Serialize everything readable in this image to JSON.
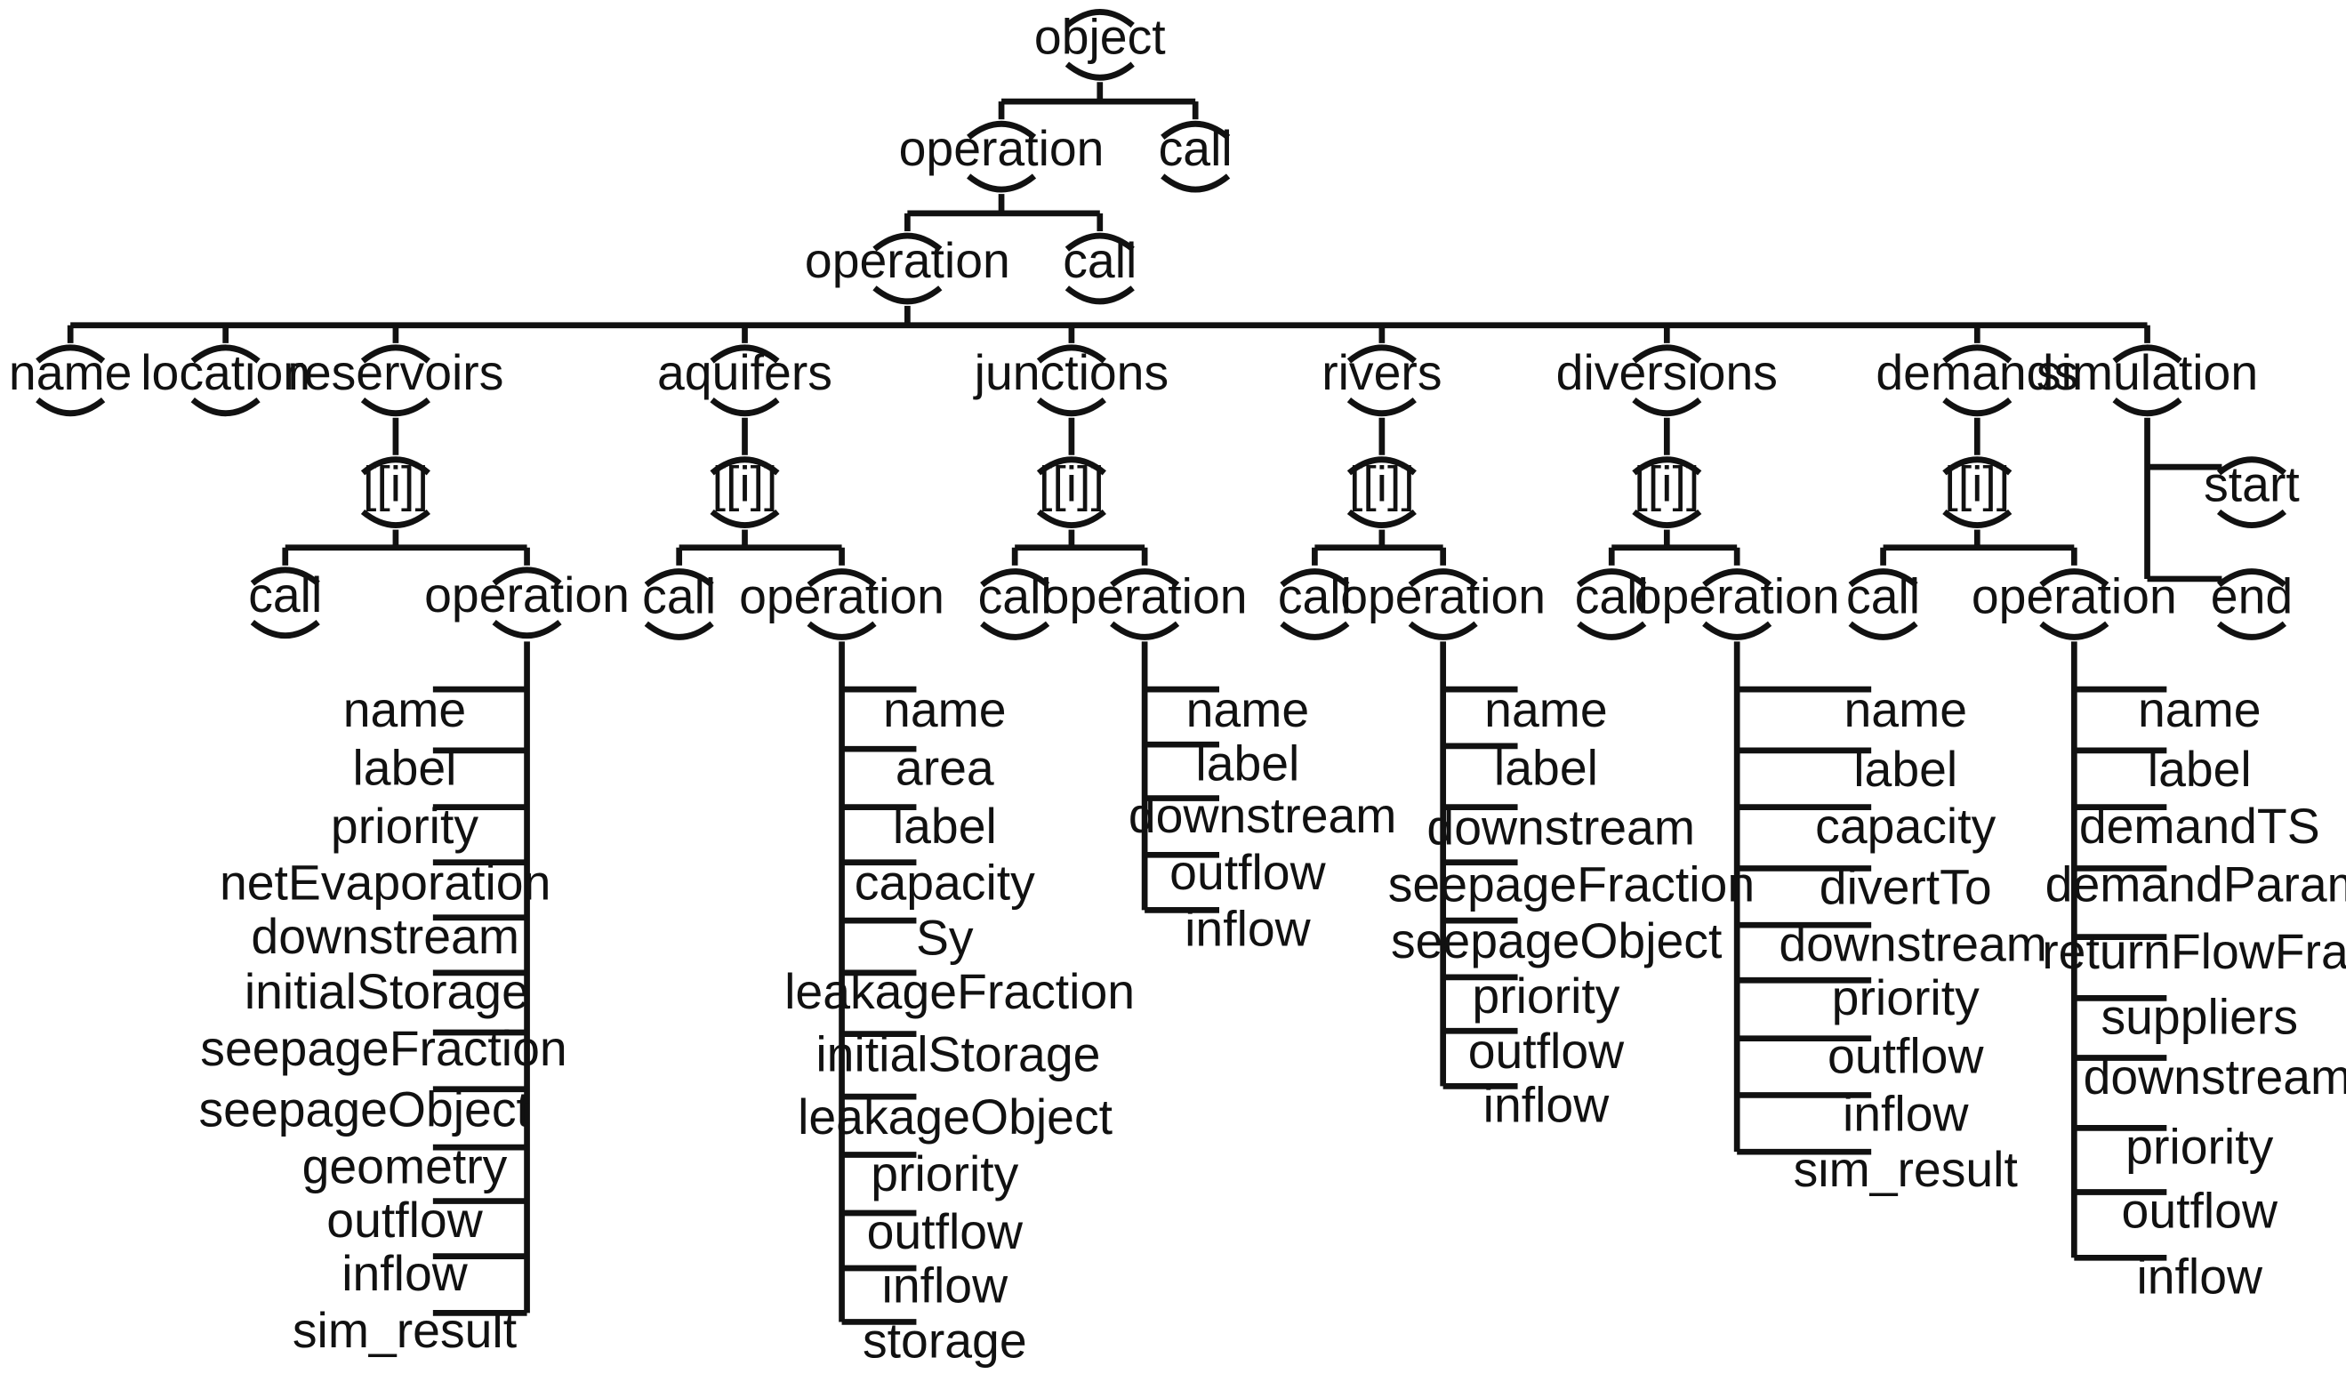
{
  "tree": {
    "root": {
      "label": "object"
    },
    "level1": {
      "operation": "operation",
      "call": "call"
    },
    "level2": {
      "operation": "operation",
      "call": "call"
    },
    "top_nodes": {
      "name": "name",
      "location": "location",
      "reservoirs": "reservoirs",
      "aquifers": "aquifers",
      "junctions": "junctions",
      "rivers": "rivers",
      "diversions": "diversions",
      "demands": "demands",
      "simulation": "simulation"
    },
    "index_label": "[[i]]",
    "call_label": "call",
    "operation_label": "operation",
    "simulation_children": [
      "start",
      "end"
    ],
    "reservoirs": [
      "name",
      "label",
      "priority",
      "netEvaporation",
      "downstream",
      "initialStorage",
      "seepageFraction",
      "seepageObject",
      "geometry",
      "outflow",
      "inflow",
      "sim_result"
    ],
    "aquifers": [
      "name",
      "area",
      "label",
      "capacity",
      "Sy",
      "leakageFraction",
      "initialStorage",
      "leakageObject",
      "priority",
      "outflow",
      "inflow",
      "storage"
    ],
    "junctions": [
      "name",
      "label",
      "downstream",
      "outflow",
      "inflow"
    ],
    "rivers": [
      "name",
      "label",
      "downstream",
      "seepageFraction",
      "seepageObject",
      "priority",
      "outflow",
      "inflow"
    ],
    "diversions": [
      "name",
      "label",
      "capacity",
      "divertTo",
      "downstream",
      "priority",
      "outflow",
      "inflow",
      "sim_result"
    ],
    "demands": [
      "name",
      "label",
      "demandTS",
      "demandParams",
      "returnFlowFract",
      "suppliers",
      "downstream",
      "priority",
      "outflow",
      "inflow"
    ]
  }
}
